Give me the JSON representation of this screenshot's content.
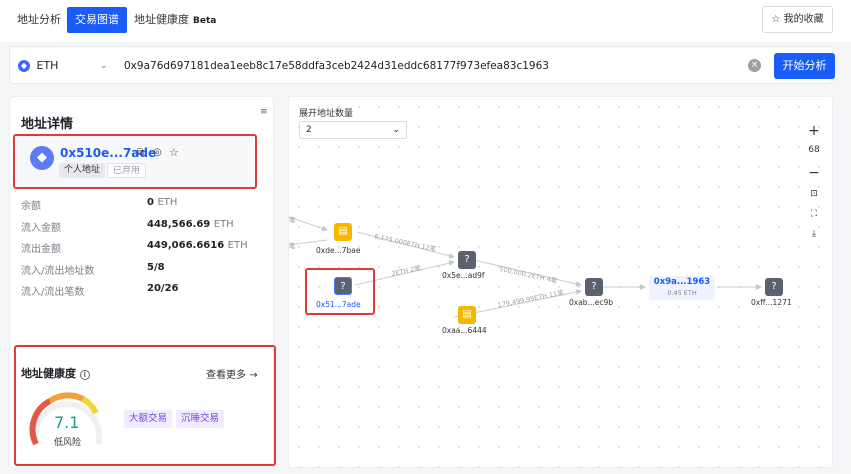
{
  "nav": {
    "tabs": [
      "地址分析",
      "交易图谱",
      "地址健康度"
    ],
    "beta": "Beta",
    "favorite": "我的收藏"
  },
  "search": {
    "chain": "ETH",
    "address": "0x9a76d697181dea1eeb8c17e58ddfa3ceb2424d31eddc68177f973efea83c1963",
    "submit": "开始分析"
  },
  "details": {
    "title": "地址详情",
    "address_short": "0x510e...7ade",
    "tag_personal": "个人地址",
    "tag_disabled": "已弃用",
    "rows": [
      {
        "label": "余额",
        "value": "0",
        "unit": "ETH"
      },
      {
        "label": "流入金额",
        "value": "448,566.69",
        "unit": "ETH"
      },
      {
        "label": "流出金额",
        "value": "449,066.6616",
        "unit": "ETH"
      },
      {
        "label": "流入/流出地址数",
        "value": "5/8",
        "unit": ""
      },
      {
        "label": "流入/流出笔数",
        "value": "20/26",
        "unit": ""
      }
    ]
  },
  "health": {
    "title": "地址健康度",
    "more": "查看更多",
    "score": "7.1",
    "risk": "低风险",
    "tags": [
      "大额交易",
      "沉睡交易"
    ]
  },
  "graph": {
    "expand_label": "展开地址数量",
    "expand_value": "2",
    "zoom": "68",
    "nodes": [
      {
        "id": "n1",
        "label": "0xde...7bae"
      },
      {
        "id": "n2",
        "label": "0x51...7ade"
      },
      {
        "id": "n3",
        "label": "0x5e...ad9f"
      },
      {
        "id": "n4",
        "label": "0xaa...6444"
      },
      {
        "id": "n5",
        "label": "0xab...ec9b"
      },
      {
        "id": "n6",
        "label": "0x9a...1963",
        "sub": "0.45 ETH"
      },
      {
        "id": "n7",
        "label": "0xff...1271"
      }
    ],
    "edges": [
      {
        "label": "6,175.000ETH 12笔"
      },
      {
        "label": "2ETH 2笔"
      },
      {
        "label": "500,000.2ETH 4笔"
      },
      {
        "label": "179,499.99ETH 11笔"
      }
    ],
    "left_edge_labels": [
      "笔",
      "笔"
    ]
  },
  "colors": {
    "accent": "#1a5cf7",
    "highlight": "#e03b3b",
    "score": "#1aa37a"
  }
}
